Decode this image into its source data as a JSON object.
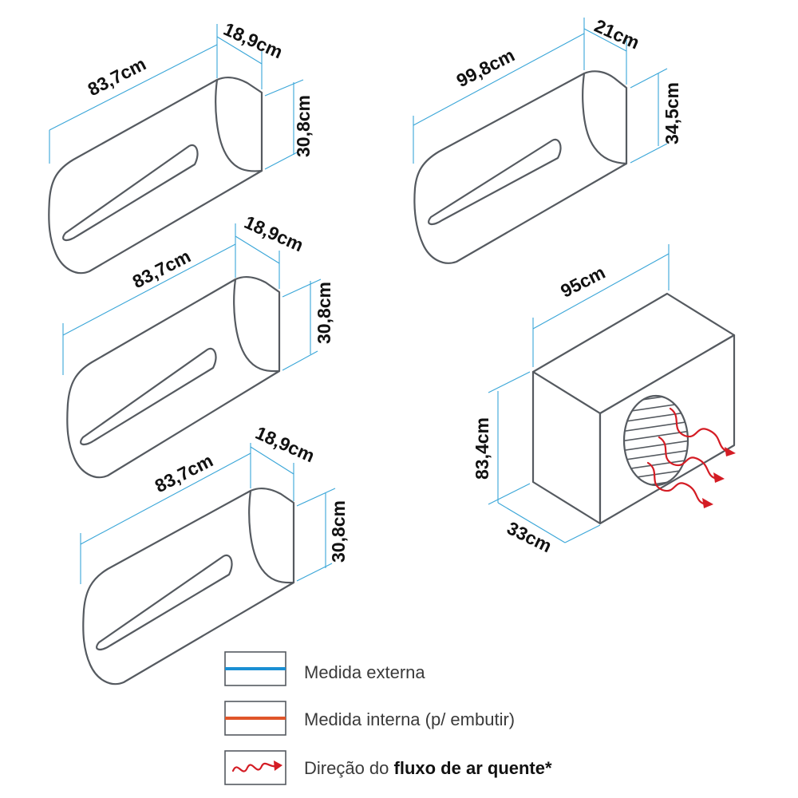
{
  "units": [
    {
      "id": "indoor-1",
      "width": "83,7cm",
      "depth": "18,9cm",
      "height": "30,8cm"
    },
    {
      "id": "indoor-2",
      "width": "83,7cm",
      "depth": "18,9cm",
      "height": "30,8cm"
    },
    {
      "id": "indoor-3",
      "width": "83,7cm",
      "depth": "18,9cm",
      "height": "30,8cm"
    },
    {
      "id": "indoor-4",
      "width": "99,8cm",
      "depth": "21cm",
      "height": "34,5cm"
    },
    {
      "id": "outdoor",
      "width": "95cm",
      "depth": "33cm",
      "height": "83,4cm"
    }
  ],
  "legend": {
    "external": "Medida externa",
    "internal": "Medida interna (p/ embutir)",
    "airflow_prefix": "Direção do ",
    "airflow_bold": "fluxo de ar quente*",
    "colors": {
      "external": "#1a8fd3",
      "internal": "#e0552a",
      "airflow": "#d41c24"
    }
  }
}
